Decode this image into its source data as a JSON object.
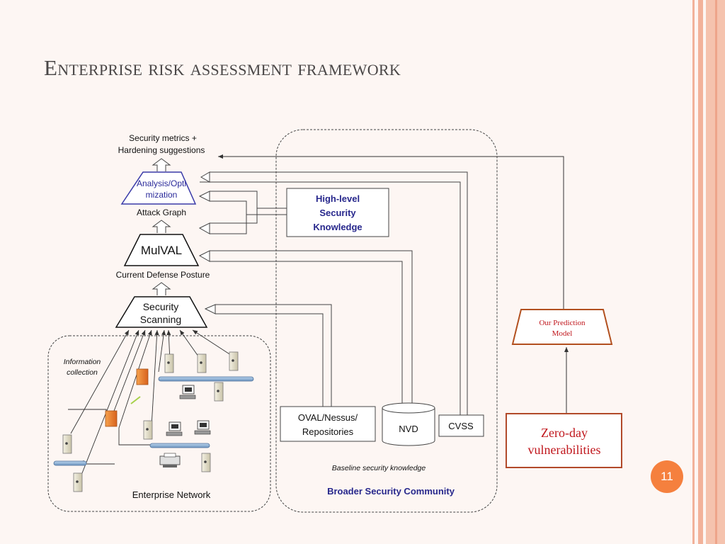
{
  "slide": {
    "title": "Enterprise risk assessment framework",
    "page_number": "11"
  },
  "diagram": {
    "output_line1": "Security metrics +",
    "output_line2": "Hardening suggestions",
    "analysis_line1": "Analysis/Opti",
    "analysis_line2": "mization",
    "attack_graph": "Attack Graph",
    "mulval": "MulVAL",
    "current_defense_posture": "Current Defense Posture",
    "scanning_line1": "Security",
    "scanning_line2": "Scanning",
    "info_line1": "Information",
    "info_line2": "collection",
    "enterprise_network": "Enterprise Network",
    "high_level_line1": "High-level",
    "high_level_line2": "Security",
    "high_level_line3": "Knowledge",
    "oval_line1": "OVAL/Nessus/",
    "oval_line2": "Repositories",
    "nvd": "NVD",
    "cvss": "CVSS",
    "baseline": "Baseline security knowledge",
    "broader_community": "Broader Security Community",
    "prediction_line1": "Our Prediction",
    "prediction_line2": "Model",
    "zeroday_line1": "Zero-day",
    "zeroday_line2": "vulnerabilities"
  },
  "colors": {
    "background": "#fdf6f3",
    "title": "#4a4747",
    "accent_orange": "#f5803e",
    "stripe": "#f2b29a",
    "navy_text": "#27278c",
    "red_text": "#c0161c",
    "prediction_border": "#b2501f",
    "zeroday_border": "#b24a2a"
  }
}
